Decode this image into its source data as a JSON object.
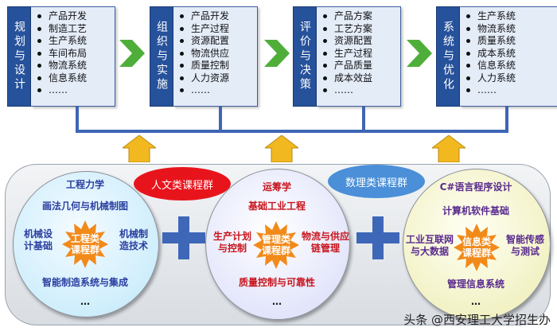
{
  "stages": [
    {
      "label": "规划与设计",
      "items": [
        "产品开发",
        "制造工艺",
        "生产系统",
        "车间布局",
        "物流系统",
        "信息系统",
        "……"
      ]
    },
    {
      "label": "组织与实施",
      "items": [
        "产品开发",
        "生产过程",
        "资源配置",
        "物流供应",
        "质量控制",
        "人力资源",
        "……"
      ]
    },
    {
      "label": "评价与决策",
      "items": [
        "产品方案",
        "工艺方案",
        "资源配置",
        "生产过程",
        "产品质量",
        "成本效益",
        "……"
      ]
    },
    {
      "label": "系统与优化",
      "items": [
        "生产系统",
        "物流系统",
        "质量系统",
        "成本系统",
        "信息系统",
        "人力系统",
        "……"
      ]
    }
  ],
  "groups": {
    "humanities": "人文类课程群",
    "math": "数理类课程群"
  },
  "engineering": {
    "top1": "工程力学",
    "top2": "画法几何与机械制图",
    "left": "机械设\n计基础",
    "right": "机械制\n造技术",
    "center": "工程类\n课程群",
    "bottom": "智能制造系统与集成",
    "more": "…"
  },
  "management": {
    "top1": "运筹学",
    "top2": "基础工业工程",
    "left": "生产计划\n与控制",
    "right": "物流与供应\n链管理",
    "center": "管理类\n课程群",
    "bottom": "质量控制与可靠性",
    "more": "…"
  },
  "it": {
    "top1": "C#语言程序设计",
    "top2": "计算机软件基础",
    "left": "工业互联网\n与大数据",
    "right": "智能传感\n与测试",
    "center": "信息类\n课程群",
    "bottom": "管理信息系统",
    "more": "…"
  },
  "watermark": "头条 @西安理工大学招生办",
  "colors": {
    "stage_label": "#26519b",
    "stage_list": "#e4ecf8",
    "chevron": "#4fae3a",
    "connector": "#3f66b5",
    "arrow_up": "#f2b81f",
    "humanities_pill": "#e8141c",
    "math_pill": "#4a8fd8",
    "plus": "#3f67b8"
  }
}
